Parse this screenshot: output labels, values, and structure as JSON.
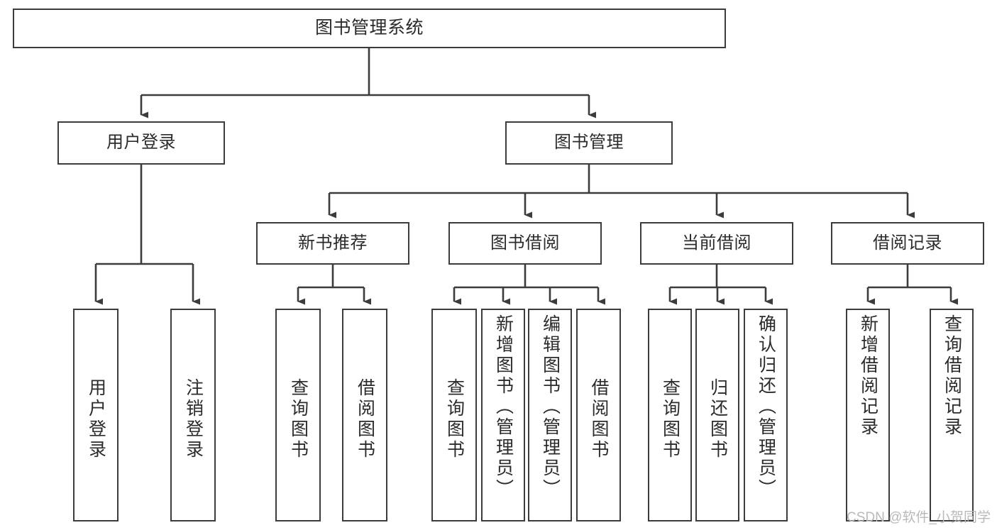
{
  "diagram": {
    "title": "图书管理系统",
    "type": "tree",
    "root": {
      "label": "图书管理系统"
    },
    "level1": [
      {
        "label": "用户登录"
      },
      {
        "label": "图书管理"
      }
    ],
    "level2": [
      {
        "label": "新书推荐"
      },
      {
        "label": "图书借阅"
      },
      {
        "label": "当前借阅"
      },
      {
        "label": "借阅记录"
      }
    ],
    "leaves": {
      "user_login": [
        {
          "label": "用户登录"
        },
        {
          "label": "注销登录"
        }
      ],
      "new_book_recommend": [
        {
          "label": "查询图书"
        },
        {
          "label": "借阅图书"
        }
      ],
      "book_borrow": [
        {
          "label": "查询图书"
        },
        {
          "label": "新增图书（管理员）"
        },
        {
          "label": "编辑图书（管理员）"
        },
        {
          "label": "借阅图书"
        }
      ],
      "current_borrow": [
        {
          "label": "查询图书"
        },
        {
          "label": "归还图书"
        },
        {
          "label": "确认归还（管理员）"
        }
      ],
      "borrow_record": [
        {
          "label": "新增借阅记录"
        },
        {
          "label": "查询借阅记录"
        }
      ]
    }
  },
  "watermark": {
    "text": "CSDN @软件_小贺同学"
  },
  "colors": {
    "stroke": "#3c3c3c",
    "text": "#2b2b2b",
    "background": "#ffffff",
    "watermark": "#b9b9b9"
  }
}
